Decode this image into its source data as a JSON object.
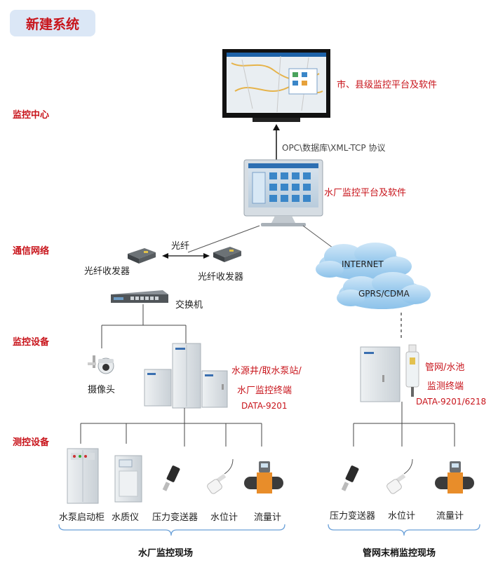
{
  "title": "新建系统",
  "sections": {
    "monitor_center": "监控中心",
    "comm_network": "通信网络",
    "monitor_equipment": "监控设备",
    "measure_equipment": "测控设备"
  },
  "center": {
    "city_platform": "市、县级监控平台及软件",
    "protocol": "OPC\\数据库\\XML-TCP 协议",
    "plant_platform": "水厂监控平台及软件"
  },
  "network": {
    "fiber": "光纤",
    "transceiver_left": "光纤收发器",
    "transceiver_right": "光纤收发器",
    "switch": "交换机",
    "internet": "INTERNET",
    "gprs": "GPRS/CDMA"
  },
  "monitor": {
    "camera": "摄像头",
    "plant_terminal_line1": "水源井/取水泵站/",
    "plant_terminal_line2": "水厂监控终端",
    "plant_terminal_model": "DATA-9201",
    "pipe_terminal_line1": "管网/水池",
    "pipe_terminal_line2": "监测终端",
    "pipe_terminal_model": "DATA-9201/6218"
  },
  "plant_devices": [
    "水泵启动柜",
    "水质仪",
    "压力变送器",
    "水位计",
    "流量计"
  ],
  "pipe_devices": [
    "压力变送器",
    "水位计",
    "流量计"
  ],
  "sites": {
    "plant": "水厂监控现场",
    "pipe": "管网末梢监控现场"
  }
}
